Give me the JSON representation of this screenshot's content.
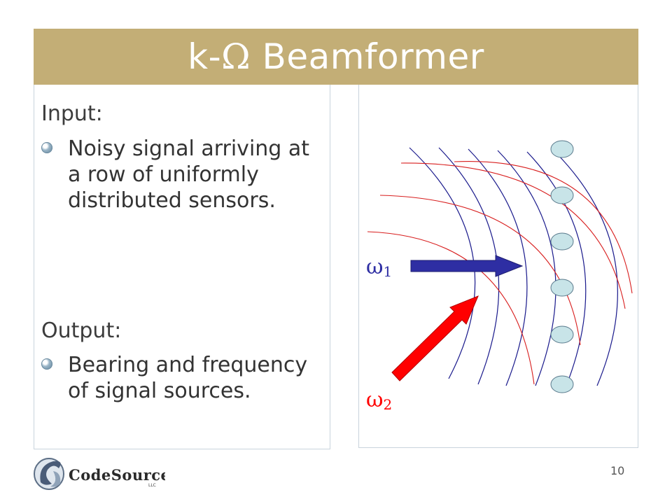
{
  "slide": {
    "title_prefix": "k-",
    "title_symbol": "Ω",
    "title_suffix": " Beamformer",
    "title_color": "#c3ae76",
    "page_number": "10"
  },
  "left": {
    "input_label": "Input:",
    "input_text": "Noisy signal arriving at a row of uniformly distributed sensors.",
    "output_label": "Output:",
    "output_text": "Bearing and frequency of signal sources."
  },
  "diagram": {
    "omega1_symbol": "ω",
    "omega1_sub": "1",
    "omega2_symbol": "ω",
    "omega2_sub": "2",
    "wave1_color": "#1a1a8c",
    "wave2_color": "#d81e1e",
    "arrow1_color": "#2e2ea3",
    "arrow2_color": "#ff0000",
    "sensor_color": "#c8e4e8",
    "sensor_count": 6
  },
  "footer": {
    "logo_text": "CodeSourcery",
    "logo_suffix": "LLC"
  }
}
